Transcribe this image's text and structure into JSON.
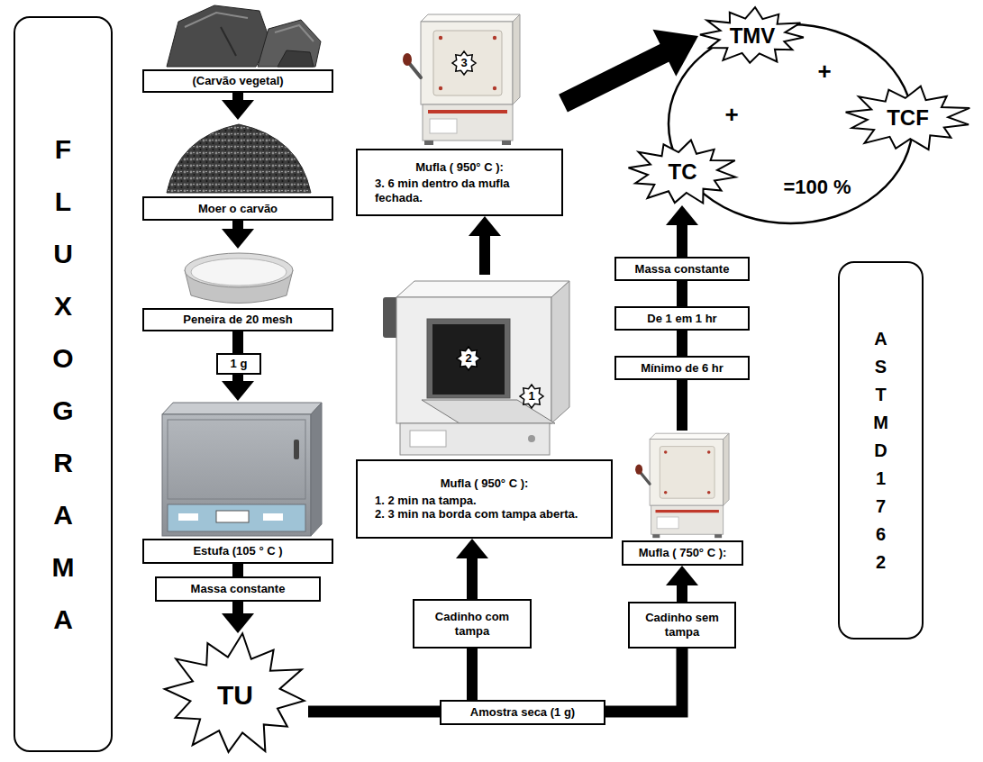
{
  "diagram": {
    "nodes": [
      {
        "text": [
          "FLUXOGRAMA"
        ]
      },
      {
        "text": [
          "(Carvão vegetal)"
        ]
      },
      {
        "text": [
          "Moer o carvão"
        ]
      },
      {
        "text": [
          "Peneira de 20 mesh"
        ]
      },
      {
        "text": [
          "1 g"
        ]
      },
      {
        "text": [
          "Estufa (105 ° C )"
        ]
      },
      {
        "text": [
          "Massa constante"
        ]
      },
      {
        "text": [
          "TU"
        ]
      },
      {
        "text": [
          "Amostra seca (1 g)"
        ]
      },
      {
        "text": [
          "Cadinho com tampa"
        ]
      },
      {
        "text": [
          "Mufla ( 950° C ):",
          "1. 2 min na tampa.",
          "2. 3 min na borda com tampa aberta."
        ]
      },
      {
        "text": [
          "Mufla ( 950° C ):",
          "3. 6 min dentro da mufla fechada."
        ]
      },
      {
        "text": [
          "Cadinho sem tampa"
        ]
      },
      {
        "text": [
          "Mufla ( 750° C ):"
        ]
      },
      {
        "text": [
          "Mínimo de 6 hr"
        ]
      },
      {
        "text": [
          "De 1 em 1 hr"
        ]
      },
      {
        "text": [
          "Massa constante"
        ]
      },
      {
        "text": [
          "+",
          "+",
          "=100 %"
        ]
      },
      {
        "text": [
          "TMV"
        ],
        "in": 17
      },
      {
        "text": [
          "TCF"
        ],
        "in": 17
      },
      {
        "text": [
          "TC"
        ],
        "in": 17
      },
      {
        "text": [
          "ASTM D1762"
        ]
      }
    ],
    "edges": [
      {
        "from": 1,
        "to": 2,
        "arrow": "to"
      },
      {
        "from": 2,
        "to": 3,
        "arrow": "to"
      },
      {
        "from": 3,
        "to": 4,
        "arrow": "none"
      },
      {
        "from": 4,
        "to": 5,
        "arrow": "to"
      },
      {
        "from": 5,
        "to": 6,
        "arrow": "none"
      },
      {
        "from": 6,
        "to": 7,
        "arrow": "to"
      },
      {
        "from": 7,
        "to": 8,
        "arrow": "none"
      },
      {
        "from": 8,
        "to": 9,
        "arrow": "none"
      },
      {
        "from": 9,
        "to": 10,
        "arrow": "to"
      },
      {
        "from": 10,
        "to": 11,
        "arrow": "to"
      },
      {
        "from": 11,
        "to": 18,
        "arrow": "to"
      },
      {
        "from": 8,
        "to": 12,
        "arrow": "none"
      },
      {
        "from": 12,
        "to": 13,
        "arrow": "to"
      },
      {
        "from": 13,
        "to": 14,
        "arrow": "none"
      },
      {
        "from": 14,
        "to": 15,
        "arrow": "none"
      },
      {
        "from": 15,
        "to": 16,
        "arrow": "none"
      },
      {
        "from": 16,
        "to": 20,
        "arrow": "to"
      }
    ],
    "labels": [
      "3",
      "2",
      "1"
    ]
  }
}
